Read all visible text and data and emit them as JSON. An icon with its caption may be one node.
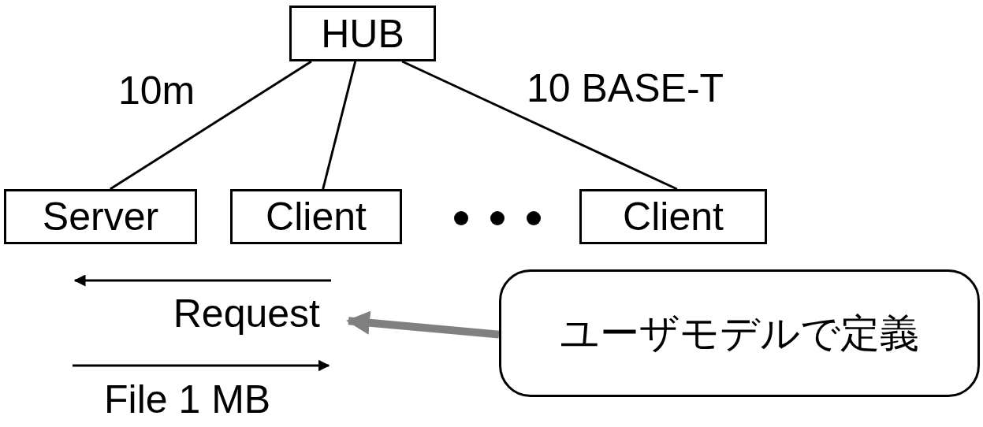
{
  "diagram": {
    "nodes": [
      {
        "text": [
          "HUB"
        ]
      },
      {
        "text": [
          "Server"
        ]
      },
      {
        "text": [
          "Client"
        ]
      },
      {
        "text": [
          "Client"
        ]
      },
      {
        "text": [
          "ユーザモデルで定義"
        ]
      },
      {
        "text": [
          "Request"
        ]
      }
    ],
    "edges": [
      {
        "from": 0,
        "to": 1,
        "arrow": "none"
      },
      {
        "from": 0,
        "to": 2,
        "arrow": "none"
      },
      {
        "from": 0,
        "to": 3,
        "arrow": "none"
      },
      {
        "from": 4,
        "to": 5,
        "arrow": "to",
        "style": "thick",
        "color": "#808080"
      }
    ],
    "labels": [
      "10m",
      "10 BASE-T",
      "File 1 MB"
    ]
  }
}
